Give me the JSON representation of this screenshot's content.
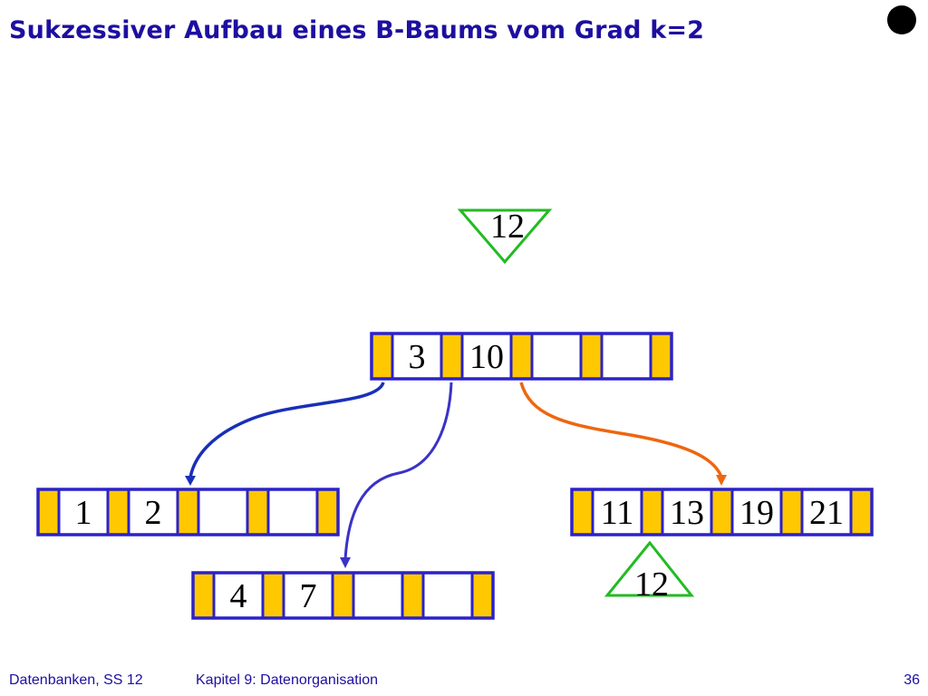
{
  "title": "Sukzessiver Aufbau eines B-Baums vom Grad k=2",
  "footer": {
    "course": "Datenbanken, SS 12",
    "chapter": "Kapitel 9: Datenorganisation",
    "page": "36"
  },
  "colors": {
    "title": "#1d0fa0",
    "node_border": "#2b22c8",
    "pointer_slot": "#ffc800",
    "marker": "#22bb22",
    "arrow_left": "#1a2fb8",
    "arrow_middle": "#3a32c8",
    "arrow_right": "#ee6611"
  },
  "tree": {
    "root": {
      "keys": [
        "3",
        "10",
        "",
        ""
      ]
    },
    "leaves": [
      {
        "name": "leaf-left",
        "keys": [
          "1",
          "2",
          "",
          ""
        ]
      },
      {
        "name": "leaf-middle",
        "keys": [
          "4",
          "7",
          "",
          ""
        ]
      },
      {
        "name": "leaf-right",
        "keys": [
          "11",
          "13",
          "19",
          "21"
        ]
      }
    ],
    "insert_key": "12",
    "overflow_key": "12"
  }
}
